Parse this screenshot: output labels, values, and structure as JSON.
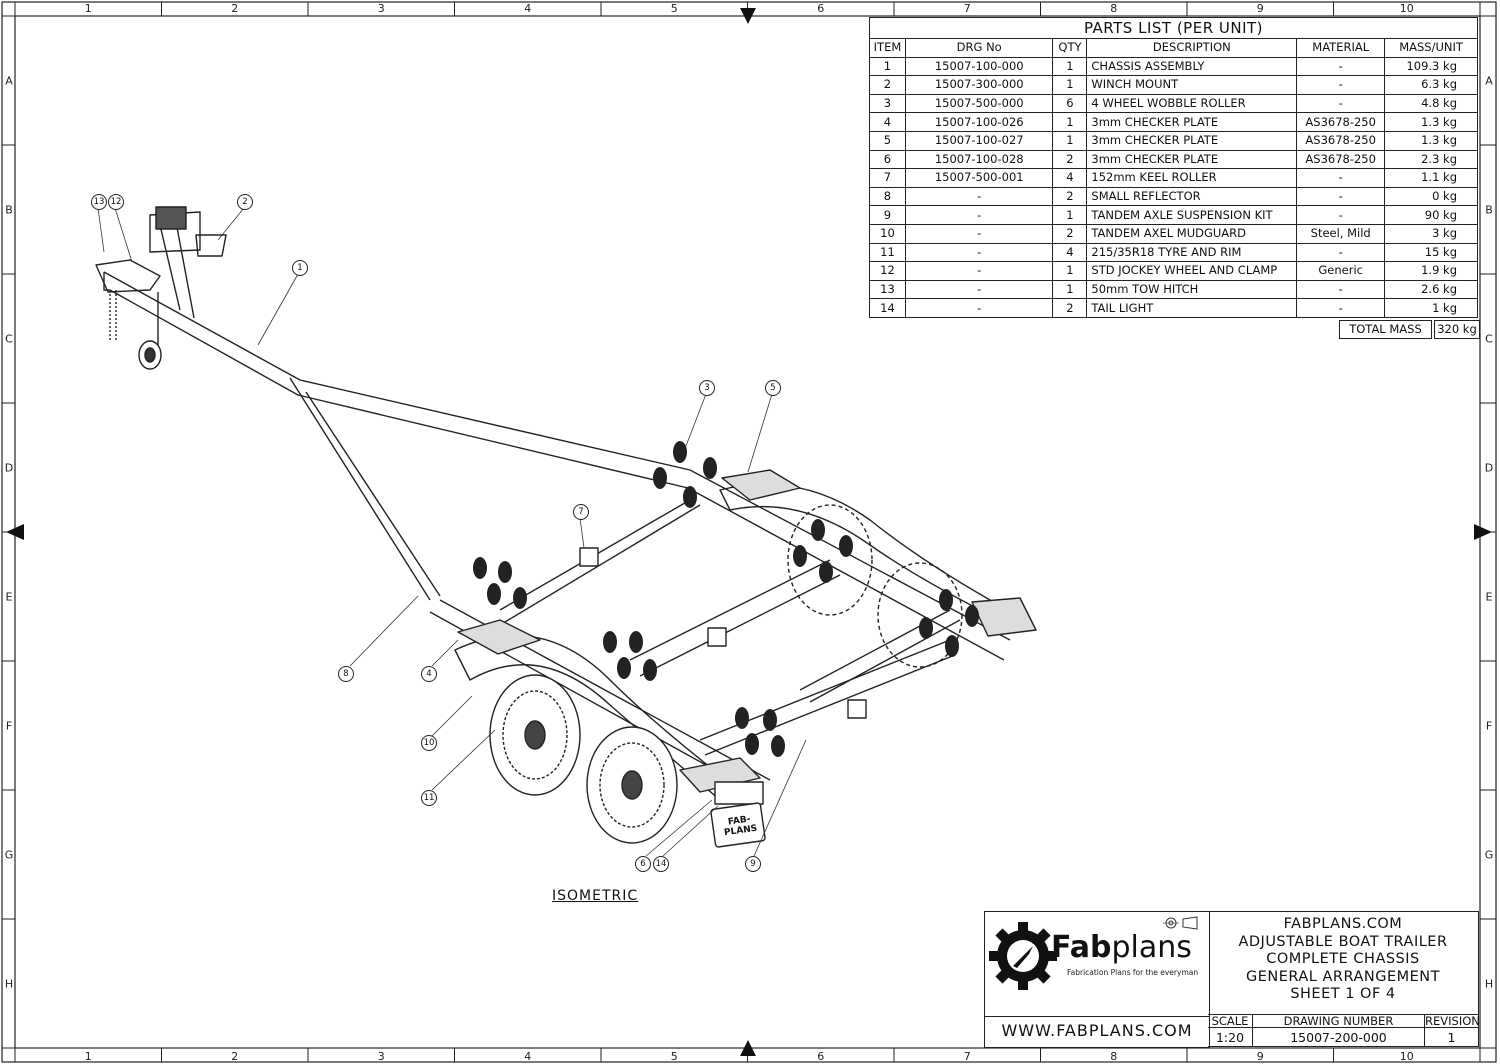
{
  "grid": {
    "columns": [
      "1",
      "2",
      "3",
      "4",
      "5",
      "6",
      "7",
      "8",
      "9",
      "10"
    ],
    "rows": [
      "A",
      "B",
      "C",
      "D",
      "E",
      "F",
      "G",
      "H"
    ]
  },
  "parts_list": {
    "title": "PARTS LIST (PER UNIT)",
    "headers": [
      "ITEM",
      "DRG No",
      "QTY",
      "DESCRIPTION",
      "MATERIAL",
      "MASS/UNIT"
    ],
    "rows": [
      [
        "1",
        "15007-100-000",
        "1",
        "CHASSIS ASSEMBLY",
        "-",
        "109.3 kg"
      ],
      [
        "2",
        "15007-300-000",
        "1",
        "WINCH MOUNT",
        "-",
        "6.3 kg"
      ],
      [
        "3",
        "15007-500-000",
        "6",
        "4 WHEEL WOBBLE ROLLER",
        "-",
        "4.8 kg"
      ],
      [
        "4",
        "15007-100-026",
        "1",
        "3mm CHECKER PLATE",
        "AS3678-250",
        "1.3 kg"
      ],
      [
        "5",
        "15007-100-027",
        "1",
        "3mm CHECKER PLATE",
        "AS3678-250",
        "1.3 kg"
      ],
      [
        "6",
        "15007-100-028",
        "2",
        "3mm CHECKER PLATE",
        "AS3678-250",
        "2.3 kg"
      ],
      [
        "7",
        "15007-500-001",
        "4",
        "152mm KEEL ROLLER",
        "-",
        "1.1 kg"
      ],
      [
        "8",
        "-",
        "2",
        "SMALL REFLECTOR",
        "-",
        "0 kg"
      ],
      [
        "9",
        "-",
        "1",
        "TANDEM AXLE SUSPENSION KIT",
        "-",
        "90 kg"
      ],
      [
        "10",
        "-",
        "2",
        "TANDEM AXEL MUDGUARD",
        "Steel, Mild",
        "3 kg"
      ],
      [
        "11",
        "-",
        "4",
        "215/35R18 TYRE AND RIM",
        "-",
        "15 kg"
      ],
      [
        "12",
        "-",
        "1",
        "STD JOCKEY WHEEL AND CLAMP",
        "Generic",
        "1.9 kg"
      ],
      [
        "13",
        "-",
        "1",
        "50mm TOW HITCH",
        "-",
        "2.6 kg"
      ],
      [
        "14",
        "-",
        "2",
        "TAIL LIGHT",
        "-",
        "1 kg"
      ]
    ],
    "total_label": "TOTAL MASS",
    "total_value": "320 kg"
  },
  "view_label": "ISOMETRIC",
  "balloons": [
    "13",
    "12",
    "2",
    "1",
    "3",
    "5",
    "7",
    "8",
    "4",
    "10",
    "11",
    "6",
    "14",
    "9"
  ],
  "number_plate": "FAB-PLANS",
  "title_block": {
    "brand_bold": "Fab",
    "brand_light": "plans",
    "tagline": "Fabrication Plans for the everyman",
    "website": "WWW.FABPLANS.COM",
    "title_lines": [
      "FABPLANS.COM",
      "ADJUSTABLE BOAT TRAILER",
      "COMPLETE CHASSIS",
      "GENERAL ARRANGEMENT",
      "SHEET 1 OF 4"
    ],
    "scale_label": "SCALE",
    "scale_value": "1:20",
    "drawing_number_label": "DRAWING NUMBER",
    "drawing_number_value": "15007-200-000",
    "revision_label": "REVISION",
    "revision_value": "1"
  }
}
